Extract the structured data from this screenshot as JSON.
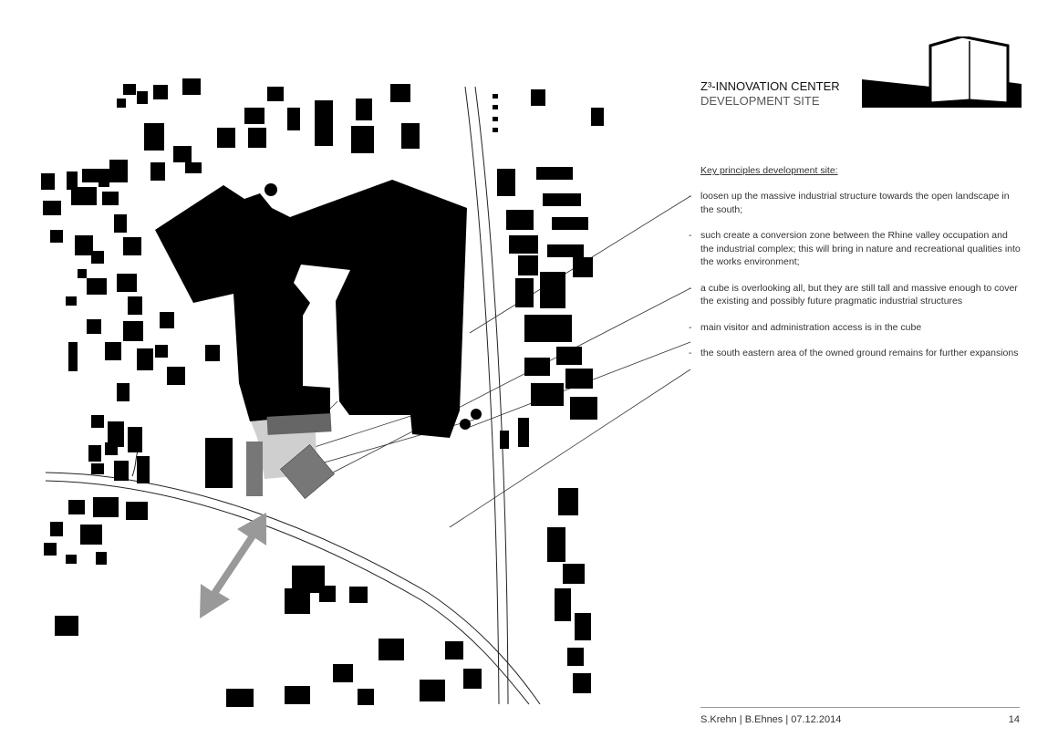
{
  "header": {
    "title": "Z³-INNOVATION CENTER",
    "subtitle": "DEVELOPMENT SITE",
    "logo_icon": "cube-building-logo"
  },
  "principles": {
    "heading": "Key principles development site:",
    "items": [
      "loosen up the massive industrial structure towards the open landscape in the south;",
      "such create a conversion zone between the Rhine valley occupation and the industrial complex; this will bring in nature and recreational qualities into the works environment;",
      "a cube is overlooking all, but they are still tall and massive enough to cover the existing and possibly future pragmatic industrial structures",
      "main visitor and administration access is in the cube",
      "the south eastern area of the owned ground remains for further expansions"
    ]
  },
  "footer": {
    "authors": "S.Krehn | B.Ehnes | 07.12.2014",
    "page": "14"
  },
  "colors": {
    "building": "#000000",
    "cube": "#777777",
    "new_zone": "#c8c8c8",
    "arrow": "#999999"
  }
}
